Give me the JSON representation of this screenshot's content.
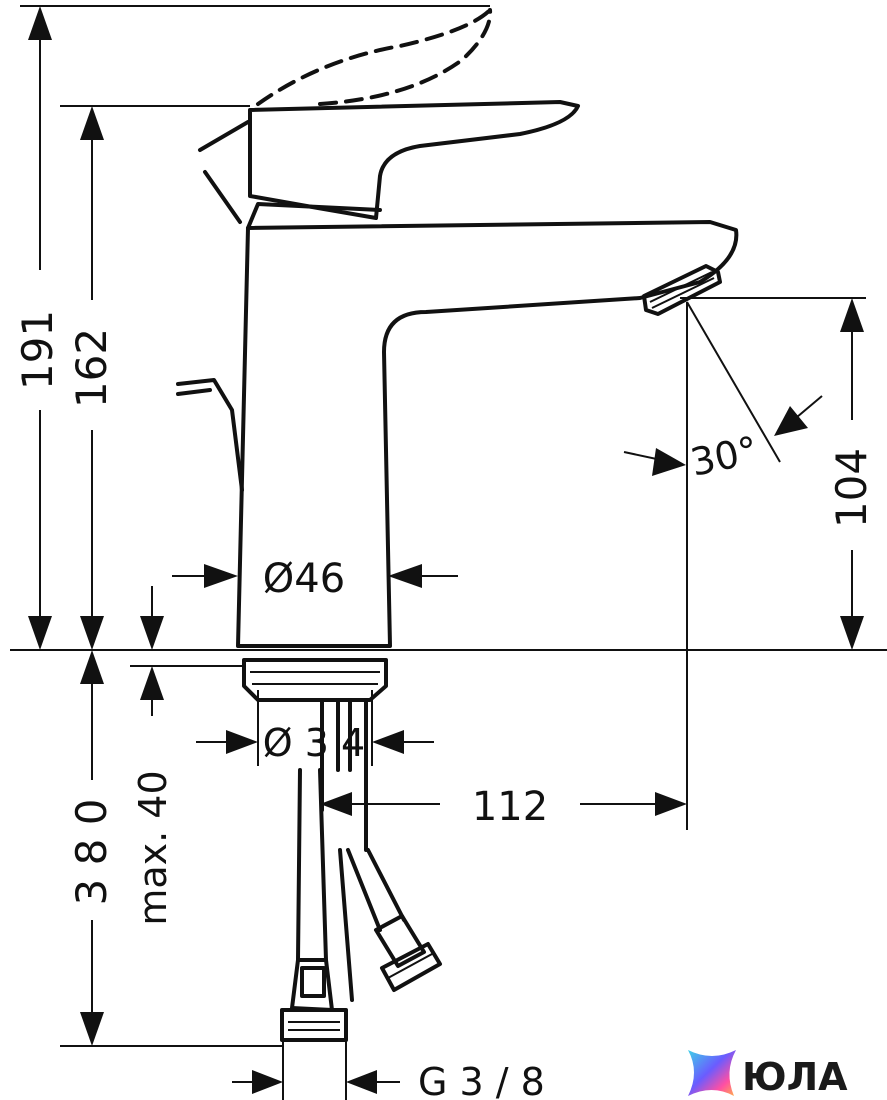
{
  "dimensions": {
    "height_overall": "191",
    "height_spout_top": "162",
    "outlet_height": "104",
    "spray_angle": "30°",
    "body_diameter": "Ø46",
    "hole_diameter": "Ø 3 4",
    "max_deck_thickness": "max. 40",
    "hose_length": "3 8 0",
    "spout_reach": "112",
    "connection_thread": "G 3 / 8"
  },
  "brand": {
    "name": "ЮЛА",
    "colors": [
      "#3fd0e8",
      "#6a5cff",
      "#ff4fa3",
      "#ffb347"
    ]
  }
}
